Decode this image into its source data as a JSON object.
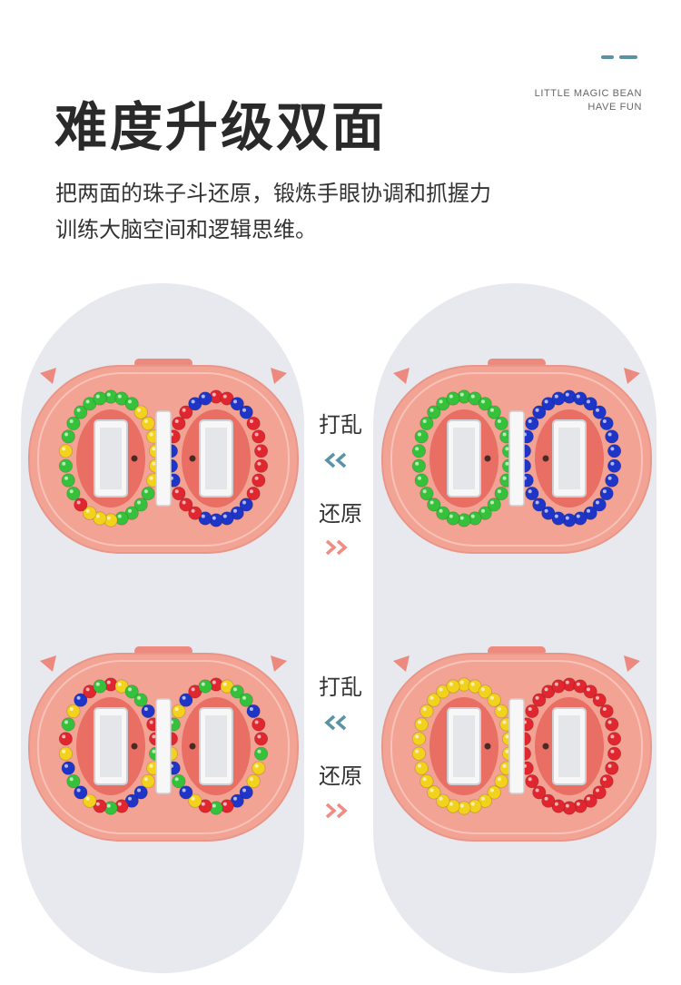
{
  "brand": {
    "line1": "LITTLE MAGIC BEAN",
    "line2": "HAVE FUN"
  },
  "heading": "难度升级双面",
  "description": {
    "line1": "把两面的珠子斗还原，锻炼手眼协调和抓握力",
    "line2": "训练大脑空间和逻辑思维。"
  },
  "steps": [
    {
      "scramble_label": "打乱",
      "restore_label": "还原"
    },
    {
      "scramble_label": "打乱",
      "restore_label": "还原"
    }
  ],
  "colors": {
    "panel": "#e8e9ee",
    "toy_body": "#f3a394",
    "toy_inner": "#e96e63",
    "arrow_back": "#5a93a6",
    "arrow_forward": "#f08c84",
    "accent": "#5a93a6"
  },
  "toys": [
    {
      "name": "top-scrambled",
      "left_ring": "mixed-green-yellow-red",
      "right_ring": "mixed-blue-red"
    },
    {
      "name": "top-restored",
      "left_ring": "green",
      "right_ring": "blue"
    },
    {
      "name": "bottom-scrambled",
      "left_ring": "mixed-all",
      "right_ring": "mixed-all"
    },
    {
      "name": "bottom-restored",
      "left_ring": "yellow",
      "right_ring": "red"
    }
  ]
}
